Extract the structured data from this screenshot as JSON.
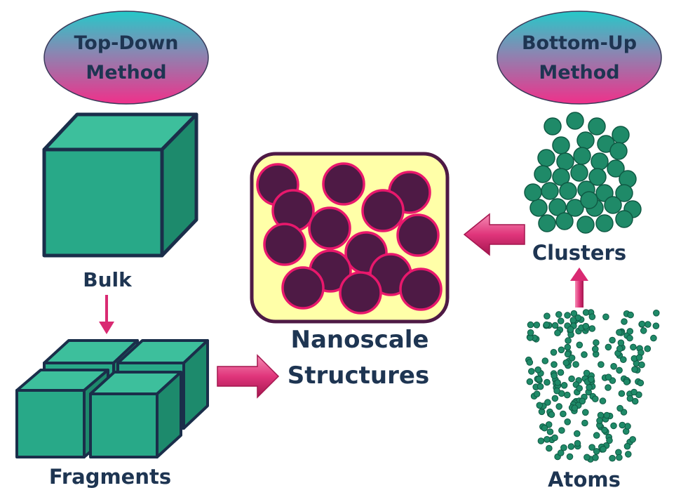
{
  "top_down": {
    "title_line1": "Top-Down",
    "title_line2": "Method",
    "bulk_label": "Bulk",
    "fragments_label": "Fragments"
  },
  "bottom_up": {
    "title_line1": "Bottom-Up",
    "title_line2": "Method",
    "clusters_label": "Clusters",
    "atoms_label": "Atoms"
  },
  "center": {
    "line1": "Nanoscale",
    "line2": "Structures"
  },
  "colors": {
    "cube_front": "#28a988",
    "cube_top": "#3dbf9c",
    "cube_side": "#1d8a6c",
    "outline": "#1a2e4a",
    "arrow_pink": "#e0357b",
    "nano_fill": "#4e1a45",
    "nano_ring": "#e8186c",
    "nano_bg": "#ffffa8",
    "sphere": "#1f8a68",
    "label_text": "#1e3552"
  }
}
